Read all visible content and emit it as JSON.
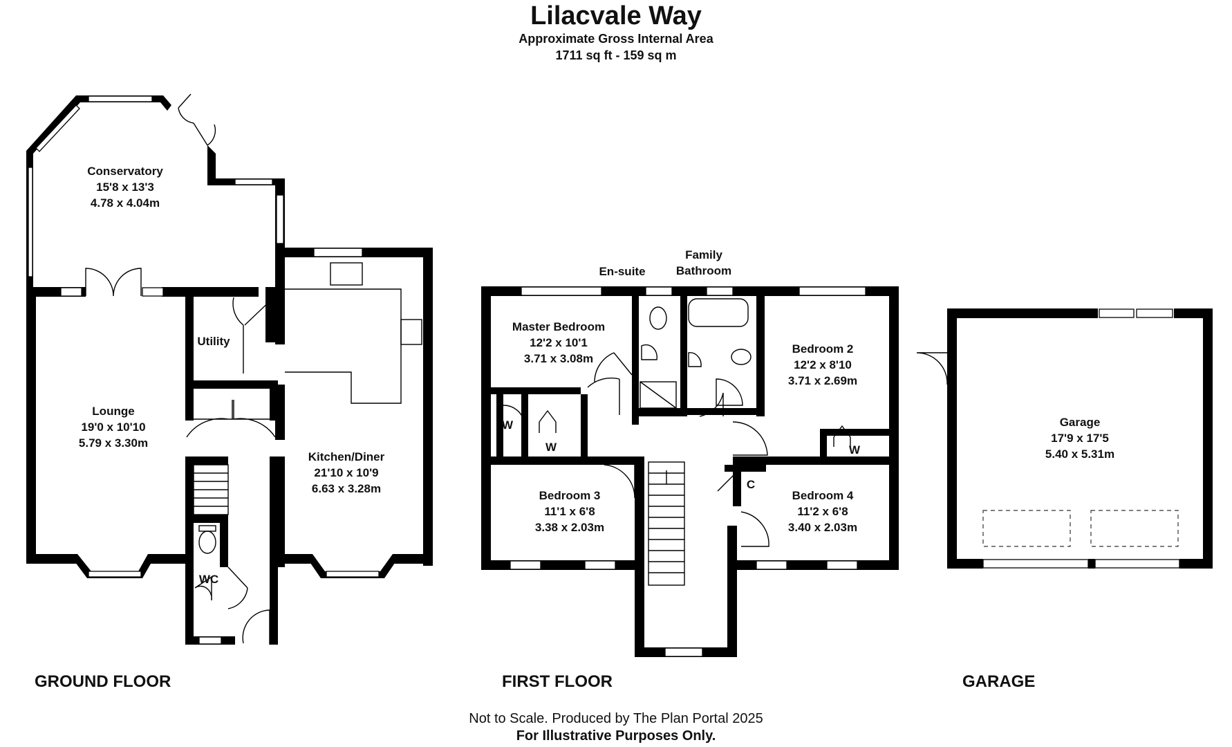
{
  "header": {
    "title": "Lilacvale Way",
    "subtitle": "Approximate Gross Internal Area",
    "area": "1711 sq ft - 159 sq m"
  },
  "floors": {
    "ground": "GROUND FLOOR",
    "first": "FIRST FLOOR",
    "garage": "GARAGE"
  },
  "rooms": {
    "conservatory": {
      "name": "Conservatory",
      "imperial": "15'8 x 13'3",
      "metric": "4.78 x 4.04m"
    },
    "utility": {
      "name": "Utility"
    },
    "lounge": {
      "name": "Lounge",
      "imperial": "19'0 x 10'10",
      "metric": "5.79 x 3.30m"
    },
    "kitchen": {
      "name": "Kitchen/Diner",
      "imperial": "21'10 x 10'9",
      "metric": "6.63 x 3.28m"
    },
    "wc": {
      "name": "WC"
    },
    "master": {
      "name": "Master Bedroom",
      "imperial": "12'2 x 10'1",
      "metric": "3.71 x 3.08m"
    },
    "ensuite": {
      "name": "En-suite"
    },
    "family_bathroom": {
      "line1": "Family",
      "line2": "Bathroom"
    },
    "bedroom2": {
      "name": "Bedroom 2",
      "imperial": "12'2 x 8'10",
      "metric": "3.71 x 2.69m"
    },
    "bedroom3": {
      "name": "Bedroom 3",
      "imperial": "11'1 x 6'8",
      "metric": "3.38 x 2.03m"
    },
    "bedroom4": {
      "name": "Bedroom 4",
      "imperial": "11'2 x 6'8",
      "metric": "3.40 x 2.03m"
    },
    "wardrobe": {
      "name": "W"
    },
    "cupboard": {
      "name": "C"
    },
    "garage": {
      "name": "Garage",
      "imperial": "17'9 x 17'5",
      "metric": "5.40 x 5.31m"
    }
  },
  "footer": {
    "line1": "Not to Scale. Produced by The Plan Portal 2025",
    "line2": "For Illustrative Purposes Only."
  }
}
